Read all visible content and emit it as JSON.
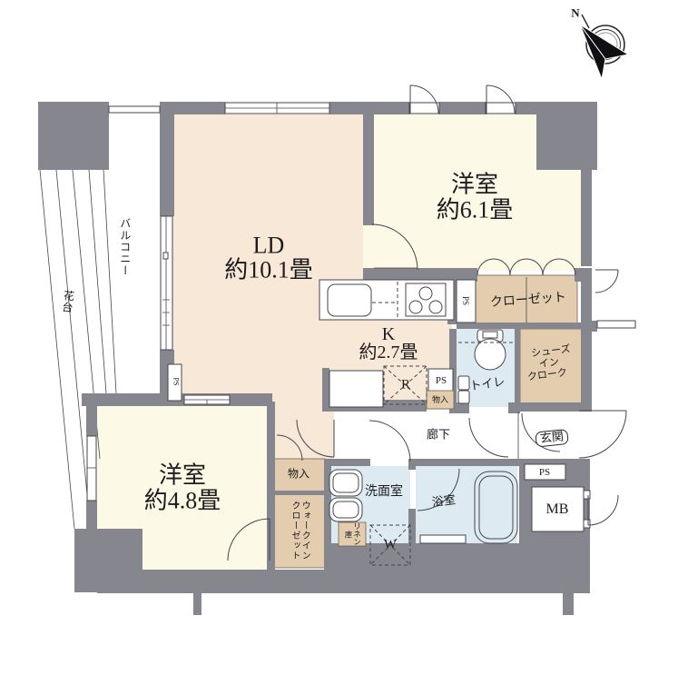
{
  "title": "間取り図 (floor plan)",
  "palette": {
    "wall": "#86868E",
    "line": "#45454d",
    "ldk": "#F8E8D7",
    "room": "#FDF9E7",
    "storage": "#E3CDAE",
    "wet": "#DEEAF2"
  },
  "compass": {
    "north": "N"
  },
  "rooms": {
    "ld": {
      "name": "LD",
      "size": "約10.1畳"
    },
    "west1": {
      "name": "洋室",
      "size": "約6.1畳"
    },
    "west2": {
      "name": "洋室",
      "size": "約4.8畳"
    },
    "kitchen": {
      "name": "K",
      "size": "約2.7畳"
    },
    "closet": {
      "name": "クローゼット"
    },
    "shoes": {
      "line1": "シューズ",
      "line2": "イン",
      "line3": "クローク"
    },
    "toilet": {
      "name": "トイレ"
    },
    "entrance": {
      "name": "玄関"
    },
    "hallway": {
      "name": "廊下"
    },
    "washroom": {
      "name": "洗面室"
    },
    "bathroom": {
      "name": "浴室"
    },
    "wic": {
      "line1": "ウォークイン",
      "line2": "クローゼット"
    },
    "linen": {
      "line1": "リネン",
      "line2": "庫"
    },
    "balcony": {
      "name": "バルコニー"
    },
    "flower": {
      "name": "花台"
    }
  },
  "equipment": {
    "washer": "W",
    "refrigerator": "R",
    "storage_a": "物入",
    "storage_b": "物入",
    "ps1": "PS",
    "ps2": "PS",
    "ps3": "PS",
    "ps4": "PS",
    "mb": "MB"
  }
}
